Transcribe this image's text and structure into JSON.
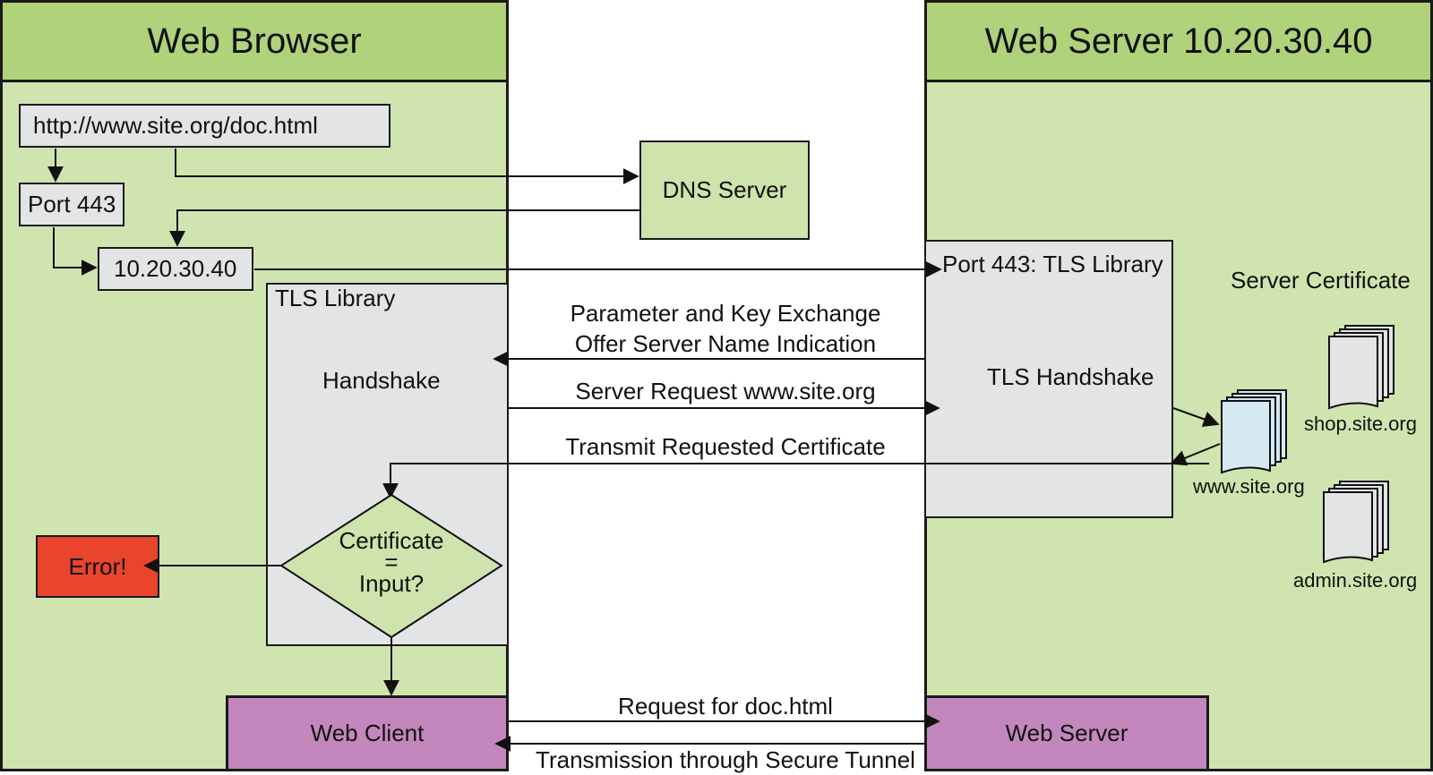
{
  "browser": {
    "title": "Web Browser",
    "url": "http://www.site.org/doc.html",
    "port": "Port 443",
    "ip": "10.20.30.40",
    "tls_library": "TLS Library",
    "handshake": "Handshake",
    "decision": {
      "line1": "Certificate",
      "line2": "=",
      "line3": "Input?"
    },
    "error": "Error!",
    "client": "Web Client"
  },
  "dns": {
    "label": "DNS Server"
  },
  "server": {
    "title": "Web Server 10.20.30.40",
    "tls_port": "Port 443: TLS Library",
    "tls_handshake": "TLS Handshake",
    "cert_heading": "Server Certificate",
    "certs": [
      "shop.site.org",
      "www.site.org",
      "admin.site.org"
    ],
    "web_server": "Web Server"
  },
  "messages": {
    "param_line1": "Parameter and Key Exchange",
    "param_line2": "Offer Server Name Indication",
    "server_request": "Server Request www.site.org",
    "transmit_cert": "Transmit Requested Certificate",
    "request_doc": "Request for doc.html",
    "secure_tunnel": "Transmission through Secure Tunnel"
  },
  "colors": {
    "panel_bg": "#d0e4b0",
    "header_bg": "#afd27a",
    "box_gray": "#e3e4e6",
    "client_purple": "#c387bd",
    "error_red": "#e8452c",
    "active_cert": "#d4e9f2"
  }
}
